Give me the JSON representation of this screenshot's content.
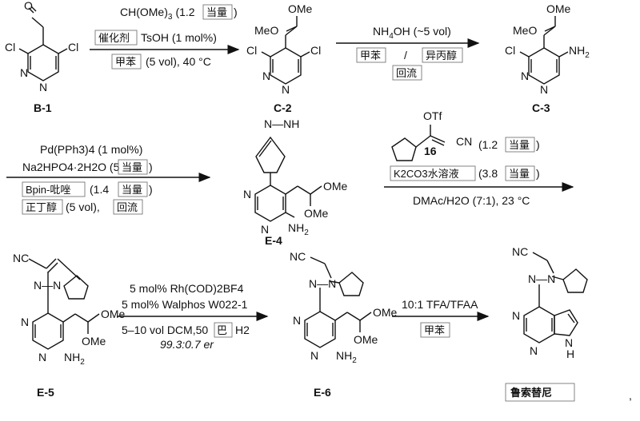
{
  "compounds": {
    "b1": {
      "label": "B-1",
      "atoms": {
        "o": "O",
        "cl_left": "Cl",
        "cl_right": "Cl",
        "n_left": "N",
        "n_bottom": "N"
      }
    },
    "c2": {
      "label": "C-2",
      "atoms": {
        "ome_top": "OMe",
        "meo": "MeO",
        "cl_left": "Cl",
        "cl_right": "Cl",
        "n_left": "N",
        "n_bottom": "N"
      }
    },
    "c3": {
      "label": "C-3",
      "atoms": {
        "ome_top": "OMe",
        "meo": "MeO",
        "cl": "Cl",
        "nh": "NH",
        "nh_sub": "2",
        "n_left": "N",
        "n_bottom": "N"
      }
    },
    "e4": {
      "label": "E-4",
      "atoms": {
        "nh_pyrazole": "N—NH",
        "ome_top": "OMe",
        "ome_bottom": "OMe",
        "n_left": "N",
        "n_bottom": "N",
        "nh": "NH",
        "nh_sub": "2"
      }
    },
    "e5": {
      "label": "E-5",
      "atoms": {
        "nc": "NC",
        "n_pyr": "N—N",
        "ome_top": "OMe",
        "ome_bottom": "OMe",
        "n_left": "N",
        "n_bottom": "N",
        "nh": "NH",
        "nh_sub": "2"
      }
    },
    "e6": {
      "label": "E-6",
      "atoms": {
        "nc": "NC",
        "n_pyr": "N—N",
        "ome_top": "OMe",
        "ome_bottom": "OMe",
        "n_left": "N",
        "n_bottom": "N",
        "nh": "NH",
        "nh_sub": "2"
      }
    },
    "product": {
      "label": "鲁索替尼",
      "atoms": {
        "nc": "NC",
        "n_pyr": "N—N",
        "n_left": "N",
        "n_bottom": "N",
        "nh_ring": "N",
        "h": "H"
      }
    },
    "r16": {
      "label": "16",
      "atoms": {
        "otf": "OTf",
        "cn": "CN"
      },
      "equiv_prefix": "(1.2",
      "equiv_box": "当量",
      "equiv_suffix": ")"
    }
  },
  "steps": {
    "s1": {
      "line1_main": "CH(OMe)",
      "line1_sub": "3",
      "line1_paren": "(1.2",
      "line1_box": "当量",
      "line1_close": ")",
      "line2_box": "催化剂",
      "line2_rest": "TsOH (1 mol%)",
      "line3_box": "甲苯",
      "line3_rest": "(5 vol), 40 °C"
    },
    "s2": {
      "line1_main": "NH",
      "line1_sub": "4",
      "line1_rest": "OH (~5 vol)",
      "line2_box_a": "甲苯",
      "line2_sep": "/",
      "line2_box_b": "异丙醇",
      "line3_box": "回流"
    },
    "s3": {
      "line1": "Pd(PPh3)4 (1 mol%)",
      "line2_main": "Na2HPO4·2H2O (5",
      "line2_box": "当量",
      "line2_close": ")",
      "line3_box": "Bpin-吡唑",
      "line3_rest": "(1.4",
      "line3_box2": "当量",
      "line3_close": ")",
      "line4_box": "正丁醇",
      "line4_rest": "(5 vol),",
      "line4_box2": "回流"
    },
    "s4": {
      "line1_box": "K2CO3水溶液",
      "line1_rest": "(3.8",
      "line1_box2": "当量",
      "line1_close": ")",
      "line2": "DMAc/H2O (7:1), 23 °C"
    },
    "s5": {
      "line1": "5 mol% Rh(COD)2BF4",
      "line2": "5 mol% Walphos W022-1",
      "line3_main": "5–10 vol DCM,50",
      "line3_box": "巴",
      "line3_rest": "H2",
      "line4": "99.3:0.7 er"
    },
    "s6": {
      "line1": "10:1 TFA/TFAA",
      "line2_box": "甲苯"
    }
  },
  "trailing_mark": ","
}
